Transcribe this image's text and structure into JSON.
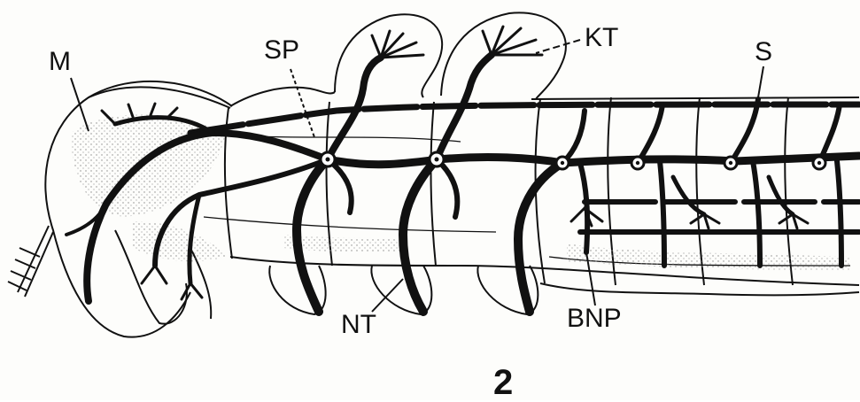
{
  "labels": {
    "m": "M",
    "sp": "SP",
    "kt": "KT",
    "s": "S",
    "nt": "NT",
    "bnp": "BNP"
  },
  "figure_number": "2",
  "colors": {
    "ink": "#111111",
    "paper": "#fdfdfb",
    "stipple": "#8a8a8a"
  }
}
